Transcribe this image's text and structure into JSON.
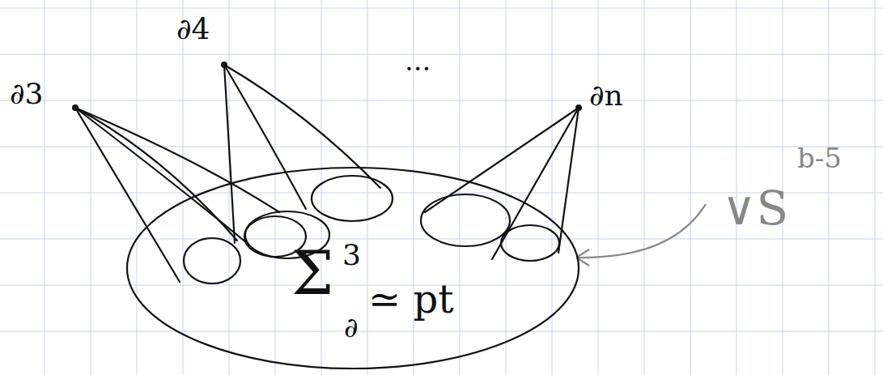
{
  "diagram": {
    "nodes": [
      {
        "text": [
          "Σ",
          "3",
          "∂",
          "≃ pt"
        ]
      }
    ],
    "edges": [],
    "labels": [
      "∂3",
      "∂4",
      "...",
      "∂n",
      "∨S",
      "b-5"
    ]
  }
}
